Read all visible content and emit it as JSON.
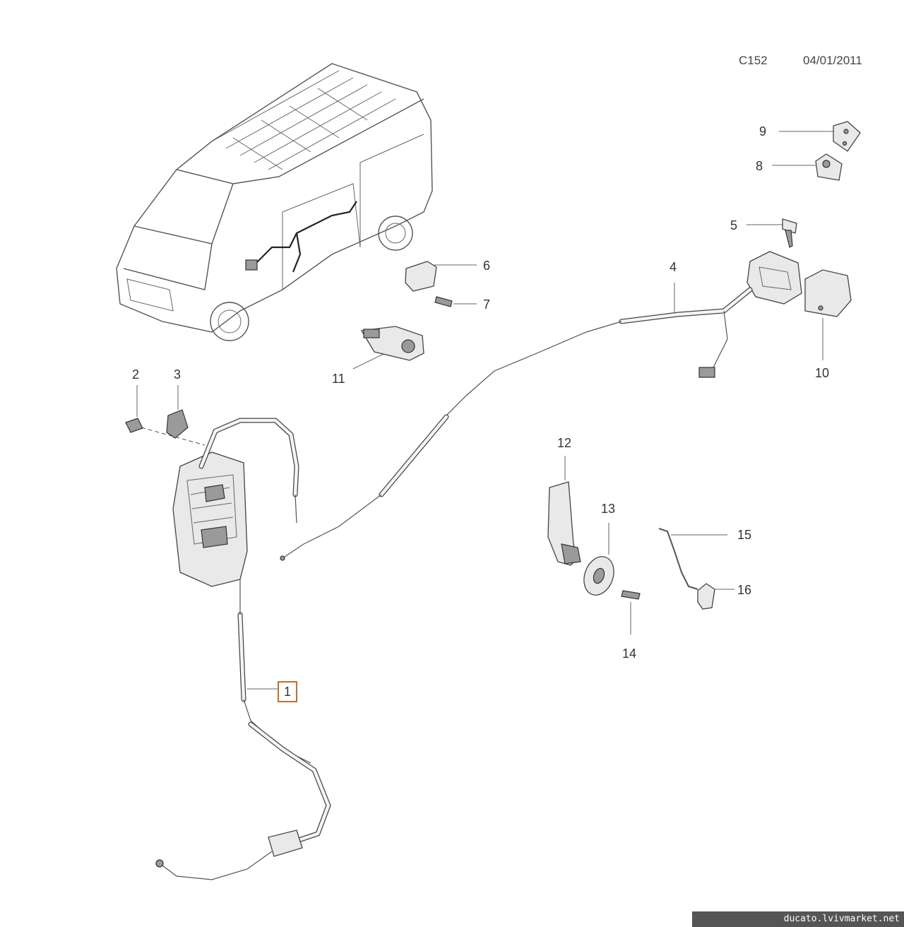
{
  "header": {
    "diagram_code": "C152",
    "date": "04/01/2011"
  },
  "callouts": {
    "n1": "1",
    "n2": "2",
    "n3": "3",
    "n4": "4",
    "n5": "5",
    "n6": "6",
    "n7": "7",
    "n8": "8",
    "n9": "9",
    "n10": "10",
    "n11": "11",
    "n12": "12",
    "n13": "13",
    "n14": "14",
    "n15": "15",
    "n16": "16"
  },
  "highlight": {
    "part": "1",
    "color": "#c0702c"
  },
  "watermark": {
    "text": "ducato.lvivmarket.net"
  }
}
